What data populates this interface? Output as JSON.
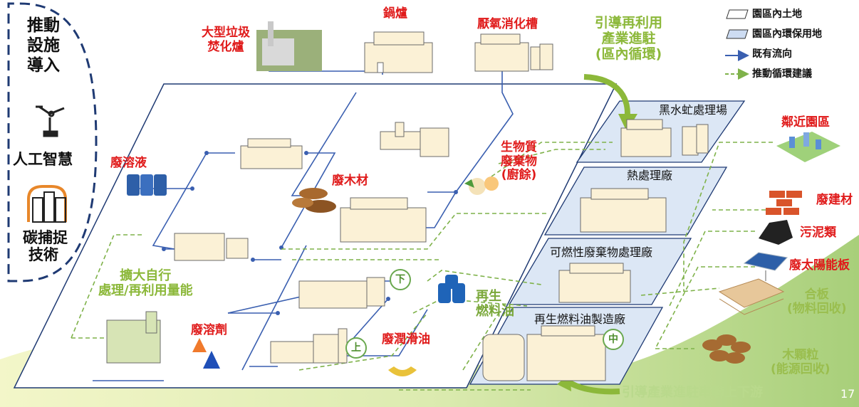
{
  "left_panel": {
    "title_lines": [
      "推動",
      "設施",
      "導入"
    ],
    "ai_label": "人工智慧",
    "carbon_lines": [
      "碳捕捉",
      "技術"
    ]
  },
  "legend": {
    "items": [
      {
        "label": "園區內土地"
      },
      {
        "label": "園區內環保用地"
      },
      {
        "label": "既有流向"
      },
      {
        "label": "推動循環建議"
      }
    ]
  },
  "top_labels": {
    "incinerator": [
      "大型垃圾",
      "焚化爐"
    ],
    "boiler": "鍋爐",
    "anaerobic": "厭氧消化槽",
    "guide_lines": [
      "引導再利用",
      "產業進駐",
      "(區內循環)"
    ]
  },
  "plants": {
    "bsf": "黑水虻處理場",
    "heat": "熱處理廠",
    "combustible": "可燃性廢棄物處理廠",
    "fuel": "再生燃料油製造廠"
  },
  "materials": {
    "waste_solvent_liquid": "廢溶液",
    "waste_wood": "廢木材",
    "biomass": [
      "生物質",
      "廢棄物",
      "(廚餘)"
    ],
    "recycled_fuel": [
      "再生",
      "燃料油"
    ],
    "waste_lube": "廢潤滑油",
    "waste_solvent": "廢溶劑",
    "expand": [
      "擴大自行",
      "處理/再利用量能"
    ]
  },
  "right_side": {
    "neighbor": "鄰近園區",
    "construction": "廢建材",
    "sludge": "污泥類",
    "solar": "廢太陽能板",
    "plywood": [
      "合板",
      "(物料回收)"
    ],
    "pellet": [
      "木顆粒",
      "(能源回收)"
    ]
  },
  "tags": {
    "down": "下",
    "up": "上",
    "mid": "中"
  },
  "bottom_caption": "引導產業進駐串聯上下游",
  "page_number": "17",
  "colors": {
    "flow": "#3a5fb0",
    "proposal": "#7fb24a",
    "red_text": "#e01b1b",
    "green_text": "#8cb83a",
    "navy": "#1f3a73",
    "land_fill": "#eaf1fb"
  }
}
